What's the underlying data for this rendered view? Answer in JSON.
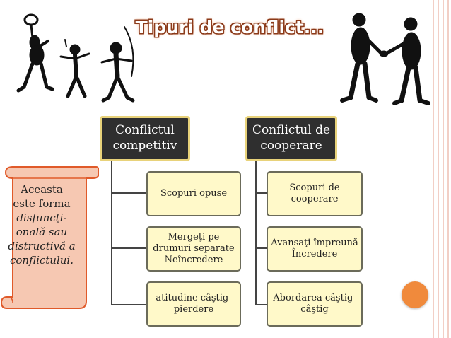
{
  "title": "Tipuri de conflict...",
  "left_column": {
    "header": [
      "Conflictul",
      "competitiv"
    ],
    "boxes": [
      {
        "lines": [
          "Scopuri opuse"
        ]
      },
      {
        "lines": [
          "Mergeţi pe",
          "drumuri separate",
          "Neîncredere"
        ]
      },
      {
        "lines": [
          "atitudine câştig-",
          "pierdere"
        ]
      }
    ]
  },
  "right_column": {
    "header": [
      "Conflictul de",
      "cooperare"
    ],
    "boxes": [
      {
        "lines": [
          "Scopuri de",
          "cooperare"
        ]
      },
      {
        "lines": [
          "Avansaţi împreună",
          "Încredere"
        ]
      },
      {
        "lines": [
          "Abordarea câştig-",
          "câştig"
        ]
      }
    ]
  },
  "scroll_note": {
    "normal": [
      "Aceasta",
      "este forma"
    ],
    "italic": [
      "disfuncţi-",
      "onală sau",
      "distructivă a",
      "conflictului."
    ]
  },
  "colors": {
    "header_bg": "#2f2f2f",
    "header_border": "#e8d27a",
    "box_bg": "#fff9c9",
    "scroll_fill": "#f6c8b2",
    "scroll_stroke": "#e05a2a",
    "accent_circle": "#f08a3c"
  }
}
